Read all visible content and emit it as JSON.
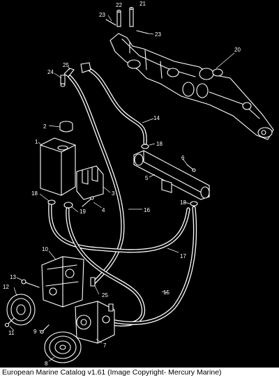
{
  "caption": "European Marine Catalog v1.61 (Image Copyright- Mercury Marine)",
  "callouts": [
    {
      "id": "1",
      "label": "1"
    },
    {
      "id": "2",
      "label": "2"
    },
    {
      "id": "3",
      "label": "3"
    },
    {
      "id": "4",
      "label": "4"
    },
    {
      "id": "5",
      "label": "5"
    },
    {
      "id": "6",
      "label": "6"
    },
    {
      "id": "7",
      "label": "7"
    },
    {
      "id": "8",
      "label": "8"
    },
    {
      "id": "9",
      "label": "9"
    },
    {
      "id": "10",
      "label": "10"
    },
    {
      "id": "11",
      "label": "11"
    },
    {
      "id": "12",
      "label": "12"
    },
    {
      "id": "13",
      "label": "13"
    },
    {
      "id": "14",
      "label": "14"
    },
    {
      "id": "15",
      "label": "15"
    },
    {
      "id": "16",
      "label": "16"
    },
    {
      "id": "17",
      "label": "17"
    },
    {
      "id": "18a",
      "label": "18"
    },
    {
      "id": "18b",
      "label": "18"
    },
    {
      "id": "18c",
      "label": "18"
    },
    {
      "id": "19",
      "label": "19"
    },
    {
      "id": "20",
      "label": "20"
    },
    {
      "id": "21",
      "label": "21"
    },
    {
      "id": "22",
      "label": "22"
    },
    {
      "id": "23a",
      "label": "23"
    },
    {
      "id": "23b",
      "label": "23"
    },
    {
      "id": "24",
      "label": "24"
    },
    {
      "id": "25a",
      "label": "25"
    },
    {
      "id": "25b",
      "label": "25"
    }
  ]
}
